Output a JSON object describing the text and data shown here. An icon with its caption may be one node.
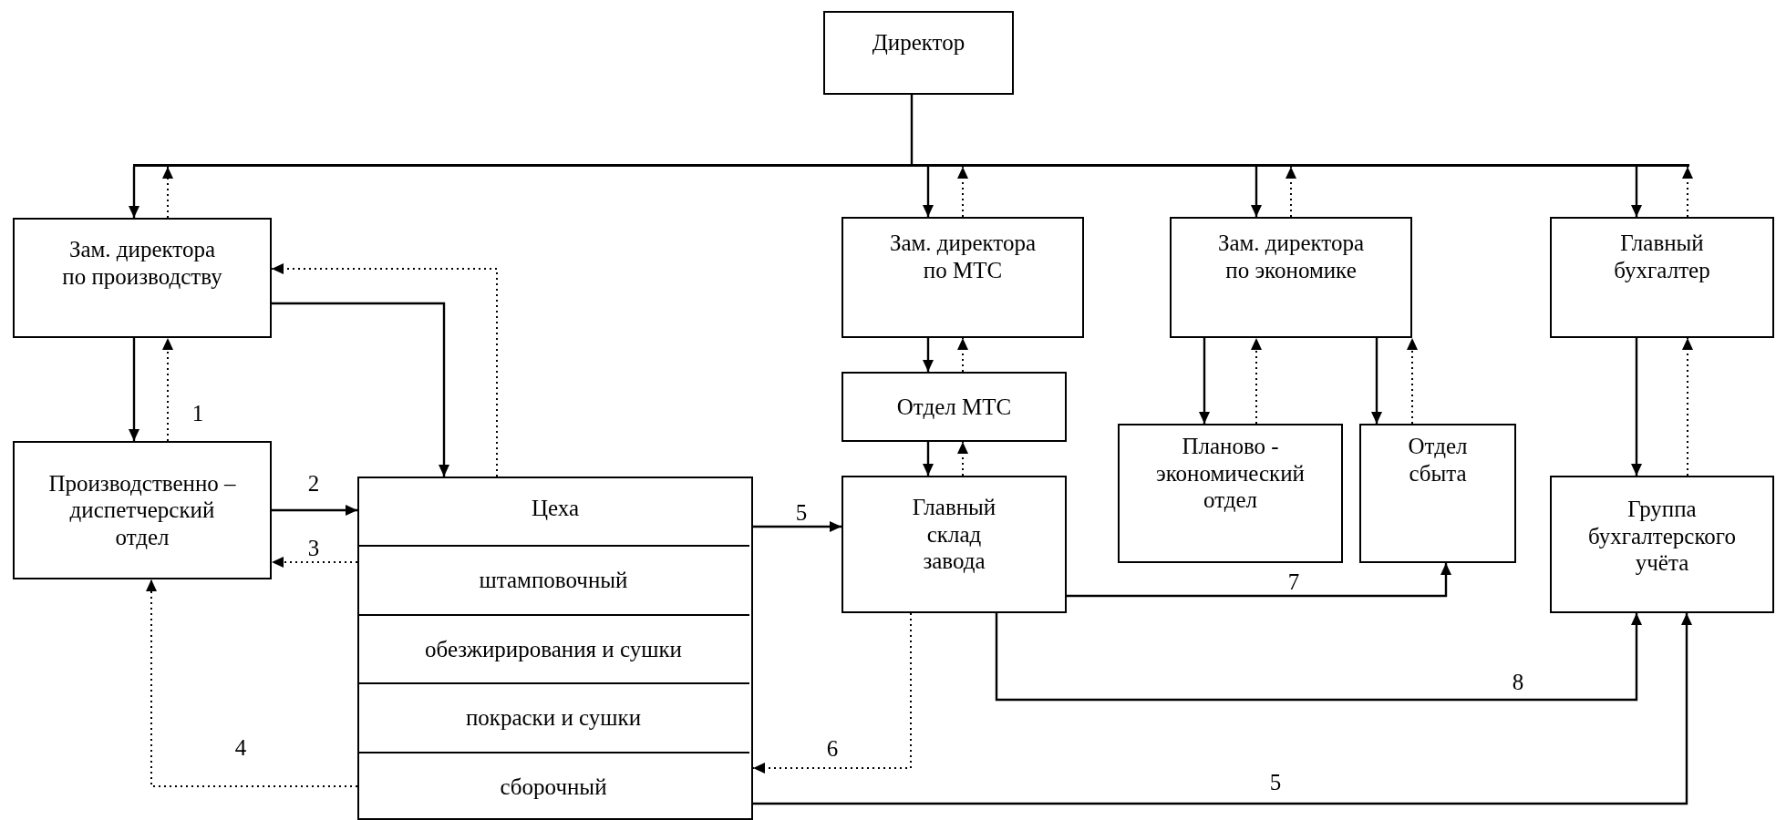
{
  "diagram": {
    "nodes": [
      {
        "text": [
          "Директор"
        ]
      },
      {
        "text": [
          "Зам. директора по производству"
        ]
      },
      {
        "text": [
          "Производственно – диспетчерский отдел"
        ]
      },
      {
        "text": [
          "Цеха"
        ]
      },
      {
        "text": [
          "штамповочный"
        ],
        "in": 3
      },
      {
        "text": [
          "обезжирирования и сушки"
        ],
        "in": 3
      },
      {
        "text": [
          "покраски и сушки"
        ],
        "in": 3
      },
      {
        "text": [
          "сборочный"
        ],
        "in": 3
      },
      {
        "text": [
          "Зам. директора по МТС"
        ]
      },
      {
        "text": [
          "Отдел МТС"
        ]
      },
      {
        "text": [
          "Главный склад завода"
        ]
      },
      {
        "text": [
          "Зам. директора по экономике"
        ]
      },
      {
        "text": [
          "Планово - экономический отдел"
        ]
      },
      {
        "text": [
          "Отдел сбыта"
        ]
      },
      {
        "text": [
          "Главный бухгалтер"
        ]
      },
      {
        "text": [
          "Группа бухгалтерского учёта"
        ]
      },
      {
        "text": [],
        "shape": "bar"
      }
    ],
    "edges": [
      {
        "from": 16,
        "to": 1,
        "arrow": "to"
      },
      {
        "from": 1,
        "to": 16,
        "arrow": "to",
        "style": "dashed"
      },
      {
        "from": 16,
        "to": 8,
        "arrow": "to"
      },
      {
        "from": 8,
        "to": 16,
        "arrow": "to",
        "style": "dashed"
      },
      {
        "from": 16,
        "to": 11,
        "arrow": "to"
      },
      {
        "from": 11,
        "to": 16,
        "arrow": "to",
        "style": "dashed"
      },
      {
        "from": 16,
        "to": 14,
        "arrow": "to"
      },
      {
        "from": 14,
        "to": 16,
        "arrow": "to",
        "style": "dashed"
      },
      {
        "from": 1,
        "to": 2,
        "arrow": "to"
      },
      {
        "from": 2,
        "to": 1,
        "arrow": "to",
        "style": "dashed",
        "label": "1"
      },
      {
        "from": 1,
        "to": 3,
        "arrow": "to"
      },
      {
        "from": 3,
        "to": 1,
        "arrow": "to",
        "style": "dashed"
      },
      {
        "from": 2,
        "to": 3,
        "arrow": "to",
        "label": "2"
      },
      {
        "from": 3,
        "to": 2,
        "arrow": "to",
        "style": "dashed",
        "label": "3"
      },
      {
        "from": 7,
        "to": 2,
        "arrow": "to",
        "style": "dashed",
        "label": "4"
      },
      {
        "from": 3,
        "to": 10,
        "arrow": "to",
        "label": "5"
      },
      {
        "from": 8,
        "to": 9,
        "arrow": "to"
      },
      {
        "from": 9,
        "to": 8,
        "arrow": "to",
        "style": "dashed"
      },
      {
        "from": 9,
        "to": 10,
        "arrow": "to"
      },
      {
        "from": 10,
        "to": 9,
        "arrow": "to",
        "style": "dashed"
      },
      {
        "from": 11,
        "to": 12,
        "arrow": "to"
      },
      {
        "from": 12,
        "to": 11,
        "arrow": "to",
        "style": "dashed"
      },
      {
        "from": 11,
        "to": 13,
        "arrow": "to"
      },
      {
        "from": 13,
        "to": 11,
        "arrow": "to",
        "style": "dashed"
      },
      {
        "from": 14,
        "to": 15,
        "arrow": "to"
      },
      {
        "from": 15,
        "to": 14,
        "arrow": "to",
        "style": "dashed"
      },
      {
        "from": 10,
        "to": 13,
        "arrow": "to",
        "label": "7"
      },
      {
        "from": 10,
        "to": 15,
        "arrow": "to",
        "label": "8"
      },
      {
        "from": 10,
        "to": 7,
        "arrow": "to",
        "style": "dashed",
        "label": "6"
      },
      {
        "from": 7,
        "to": 15,
        "arrow": "to",
        "label": "5"
      },
      {
        "from": 0,
        "to": 16,
        "arrow": "none"
      }
    ]
  }
}
